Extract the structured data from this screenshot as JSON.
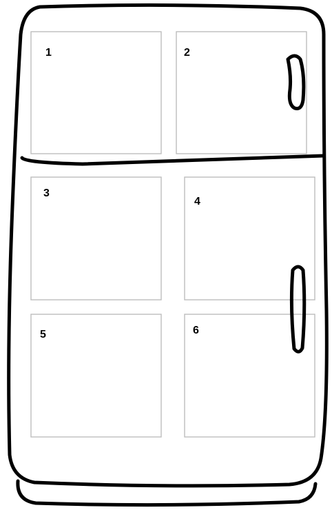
{
  "panels": [
    {
      "label": "1"
    },
    {
      "label": "2"
    },
    {
      "label": "3"
    },
    {
      "label": "4"
    },
    {
      "label": "5"
    },
    {
      "label": "6"
    }
  ],
  "colors": {
    "outline": "#000000",
    "panel_border": "#bdbdbd",
    "background": "#ffffff"
  }
}
